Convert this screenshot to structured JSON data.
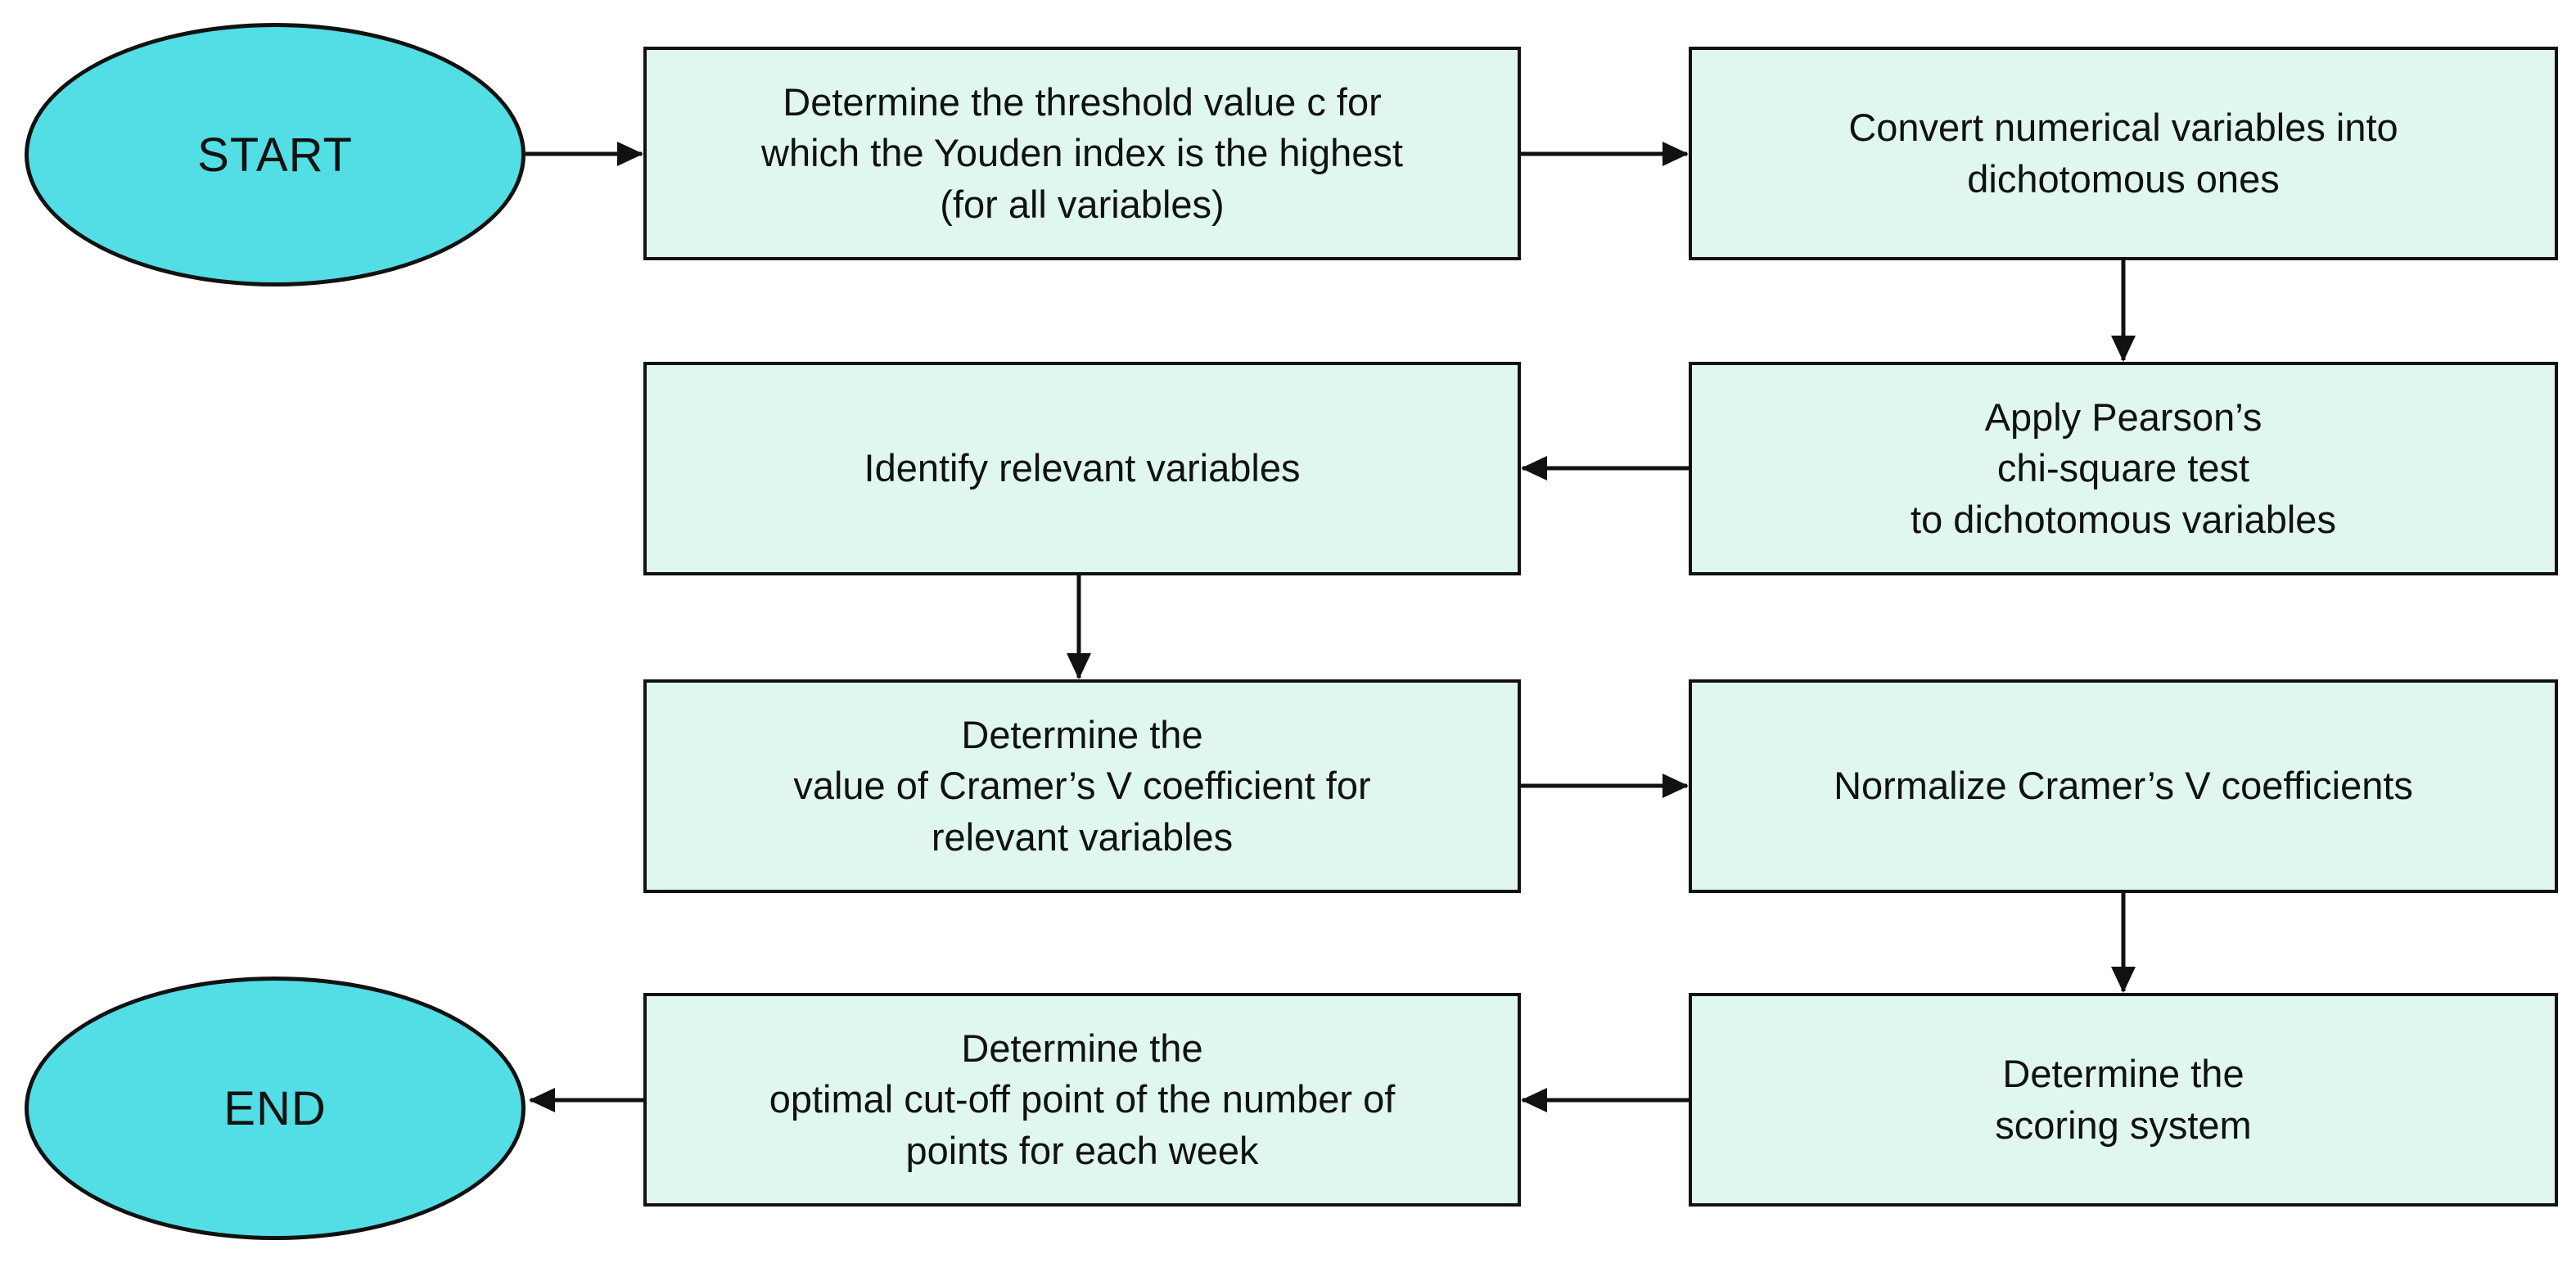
{
  "diagram_type": "flowchart",
  "colors": {
    "terminal_fill": "#52dee4",
    "process_fill": "#dff7ee",
    "stroke": "#111111",
    "bg": "#ffffff"
  },
  "nodes": {
    "start": {
      "type": "terminal",
      "label": "START"
    },
    "step1": {
      "type": "process",
      "lines": [
        "Determine the threshold value c for",
        "which the Youden index is the highest",
        "(for all variables)"
      ]
    },
    "step2": {
      "type": "process",
      "lines": [
        "Convert numerical variables into",
        "dichotomous ones"
      ]
    },
    "step3": {
      "type": "process",
      "lines": [
        "Apply Pearson’s",
        "chi-square test",
        "to dichotomous variables"
      ]
    },
    "step4": {
      "type": "process",
      "lines": [
        "Identify relevant variables"
      ]
    },
    "step5": {
      "type": "process",
      "lines": [
        "Determine the",
        "value of Cramer’s V coefficient for",
        "relevant variables"
      ]
    },
    "step6": {
      "type": "process",
      "lines": [
        "Normalize Cramer’s V coefficients"
      ]
    },
    "step7": {
      "type": "process",
      "lines": [
        "Determine the",
        "scoring system"
      ]
    },
    "step8": {
      "type": "process",
      "lines": [
        "Determine the",
        "optimal cut-off point of the number of",
        "points for each week"
      ]
    },
    "end": {
      "type": "terminal",
      "label": "END"
    }
  },
  "edges": [
    {
      "from": "start",
      "to": "step1",
      "direction": "right"
    },
    {
      "from": "step1",
      "to": "step2",
      "direction": "right"
    },
    {
      "from": "step2",
      "to": "step3",
      "direction": "down"
    },
    {
      "from": "step3",
      "to": "step4",
      "direction": "left"
    },
    {
      "from": "step4",
      "to": "step5",
      "direction": "down"
    },
    {
      "from": "step5",
      "to": "step6",
      "direction": "right"
    },
    {
      "from": "step6",
      "to": "step7",
      "direction": "down"
    },
    {
      "from": "step7",
      "to": "step8",
      "direction": "left"
    },
    {
      "from": "step8",
      "to": "end",
      "direction": "left"
    }
  ]
}
